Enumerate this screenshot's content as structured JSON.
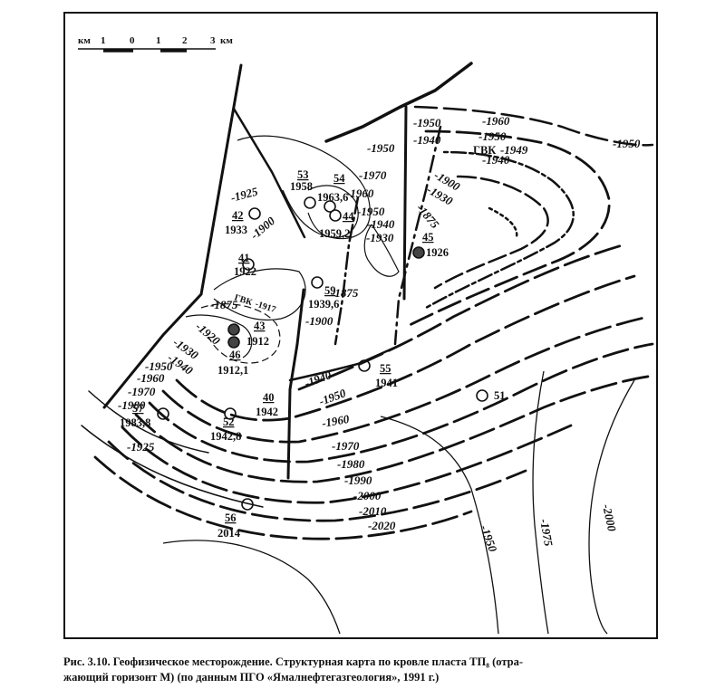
{
  "figure": {
    "caption_line1": "Рис. 3.10. Геофизическое месторождение. Структурная карта по кровле пласта ТП₈ (отра-",
    "caption_line2": "жающий горизонт М) (по данным ПГО «Ямалнефтегазгеология», 1991 г.)"
  },
  "scale_bar": {
    "unit_left": "км",
    "ticks": [
      "1",
      "0",
      "1",
      "2",
      "3"
    ],
    "unit_right": "км"
  },
  "gas_water_contacts": [
    {
      "id": "gvk-1949",
      "label": "ГВК",
      "value": "-1949"
    },
    {
      "id": "gvk-1917",
      "label": "ГВК",
      "value": "-1917"
    }
  ],
  "contour_labels": [
    {
      "id": "c-1960-ne",
      "text": "-1960"
    },
    {
      "id": "c-1950-e",
      "text": "-1950"
    },
    {
      "id": "c-1950-top",
      "text": "-1950"
    },
    {
      "id": "c-1940-top",
      "text": "-1940"
    },
    {
      "id": "c-1950-small",
      "text": "-1950"
    },
    {
      "id": "c-1940-right",
      "text": "-1940"
    },
    {
      "id": "c-1950-n",
      "text": "-1950"
    },
    {
      "id": "c-1970-n",
      "text": "-1970"
    },
    {
      "id": "c-1900-n",
      "text": "-1900"
    },
    {
      "id": "c-1930-n",
      "text": "-1930"
    },
    {
      "id": "c-1875-n",
      "text": "-1875"
    },
    {
      "id": "c-1925-nw",
      "text": "-1925"
    },
    {
      "id": "c-1960-c",
      "text": "-1960"
    },
    {
      "id": "c-1950-c",
      "text": "-1950"
    },
    {
      "id": "c-1940-c",
      "text": "-1940"
    },
    {
      "id": "c-1930-c",
      "text": "-1930"
    },
    {
      "id": "c-1900-w",
      "text": "-1900"
    },
    {
      "id": "c-1875-w",
      "text": "-1875"
    },
    {
      "id": "c-1875-c",
      "text": "-1875"
    },
    {
      "id": "c-1900-c",
      "text": "-1900"
    },
    {
      "id": "c-1920-w",
      "text": "-1920"
    },
    {
      "id": "c-1930-w",
      "text": "-1930"
    },
    {
      "id": "c-1940-w",
      "text": "-1940"
    },
    {
      "id": "c-1950-w",
      "text": "-1950"
    },
    {
      "id": "c-1960-w",
      "text": "-1960"
    },
    {
      "id": "c-1970-w",
      "text": "-1970"
    },
    {
      "id": "c-1980-w",
      "text": "-1980"
    },
    {
      "id": "c-1925-sw",
      "text": "-1925"
    },
    {
      "id": "c-1940-s",
      "text": "-1940"
    },
    {
      "id": "c-1950-s",
      "text": "-1950"
    },
    {
      "id": "c-1960-s",
      "text": "-1960"
    },
    {
      "id": "c-1970-s",
      "text": "-1970"
    },
    {
      "id": "c-1980-s",
      "text": "-1980"
    },
    {
      "id": "c-1990-s",
      "text": "-1990"
    },
    {
      "id": "c-2000-s",
      "text": "-2000"
    },
    {
      "id": "c-2010-s",
      "text": "-2010"
    },
    {
      "id": "c-2020-s",
      "text": "-2020"
    },
    {
      "id": "c-1950-se",
      "text": "-1950"
    },
    {
      "id": "c-1975-se",
      "text": "-1975"
    },
    {
      "id": "c-2000-se",
      "text": "-2000"
    }
  ],
  "wells": [
    {
      "id": "w53",
      "number": "53",
      "depth": "1958"
    },
    {
      "id": "w54",
      "number": "54",
      "depth": "1963,6"
    },
    {
      "id": "w42",
      "number": "42",
      "depth": "1933"
    },
    {
      "id": "w44",
      "number": "44",
      "depth": "1959,2"
    },
    {
      "id": "w41",
      "number": "41",
      "depth": "1922"
    },
    {
      "id": "w45",
      "number": "45",
      "depth": "1926"
    },
    {
      "id": "w59",
      "number": "59",
      "depth": "1939,6"
    },
    {
      "id": "w43",
      "number": "43",
      "depth": "1912"
    },
    {
      "id": "w46",
      "number": "46",
      "depth": "1912,1"
    },
    {
      "id": "w55",
      "number": "55",
      "depth": "1941"
    },
    {
      "id": "w40",
      "number": "40",
      "depth": "1942"
    },
    {
      "id": "w51",
      "number": "51",
      "depth": ""
    },
    {
      "id": "w57",
      "number": "57",
      "depth": "1983,8"
    },
    {
      "id": "w52",
      "number": "52",
      "depth": "1942,8"
    },
    {
      "id": "w56",
      "number": "56",
      "depth": "2014"
    }
  ]
}
